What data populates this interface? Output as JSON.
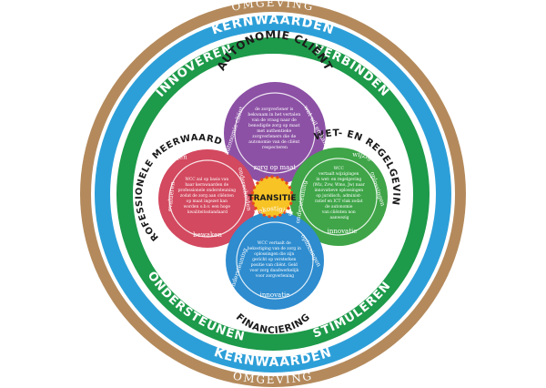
{
  "rings": {
    "outer": {
      "top": "OMGEVING",
      "bottom": "OMGEVING",
      "color": "#b48a5c"
    },
    "blue": {
      "top": "KERNWAARDEN",
      "bottom": "KERNWAARDEN",
      "color": "#2d9fd8"
    },
    "green": {
      "top_left": "INNOVEREN",
      "top_right": "VERBINDEN",
      "bottom_left": "ONDERSTEUNEN",
      "bottom_right": "STIMULEREN",
      "color": "#1d9a4a"
    }
  },
  "center": {
    "label": "TRANSITIE",
    "color": "#f7c325",
    "accent": "#e8491d"
  },
  "petals": {
    "top": {
      "title": "AUTONOMIE CLIËNT",
      "color": "#8c51a5",
      "arc_top": "vraag cliënt",
      "arc_right": "wat wil en kan?",
      "arc_bottom": "zorg op maat",
      "arc_left": "autonomie cliënt",
      "lines": [
        "de zorgverlener is",
        "bekwaam in het vertalen",
        "van de vraag naar de",
        "benodigde zorg op maat",
        "met authentieke",
        "zorgverleners die de",
        "autonomie van de cliënt",
        "respecteren"
      ]
    },
    "right": {
      "title": "WET- EN REGELGEVING",
      "color": "#3fa548",
      "arc_top": "wijziging",
      "arc_right": "oplossingen",
      "arc_bottom": "innovatie",
      "arc_left": "ondersteuning",
      "lines": [
        "WCC",
        "vertaalt wijzigingen",
        "in wet- en regelgeving",
        "(Wlz, Zvw, Wmo, Jw) naar",
        "innovatieve oplossingen",
        "op juridisch, administ-",
        "ratief en ICT vlak zodat",
        "de autonomie",
        "van cliënten non",
        "aanwezig"
      ]
    },
    "left": {
      "title": "PROFESSIONELE MEERWAARDE",
      "color": "#d3495f",
      "arc_top": "ontwikkelen",
      "arc_right": "onderscheiden",
      "arc_bottom": "bewaken",
      "arc_left": "evalueren",
      "lines": [
        "WCC zal op basis van",
        "haar kernwaarden de",
        "professionele ondersteuning",
        "zodat de zorg aan cliënten",
        "op maat ingezet kan",
        "worden o.b.v. een hoge",
        "kwaliteitsstandaard"
      ]
    },
    "bottom": {
      "title": "FINANCIERING",
      "color": "#2e8ccf",
      "arc_top": "bekostiging",
      "arc_right": "oplossingen",
      "arc_bottom": "innovatie",
      "arc_left": "ondersteuning",
      "lines": [
        "WCC vertaalt de",
        "bekostiging van de zorg in",
        "oplossingen die zijn",
        "gericht op versterken",
        "positie van cliënt. Geld",
        "voor zorg daadwerkelijk",
        "voor zorgverlening"
      ]
    }
  }
}
